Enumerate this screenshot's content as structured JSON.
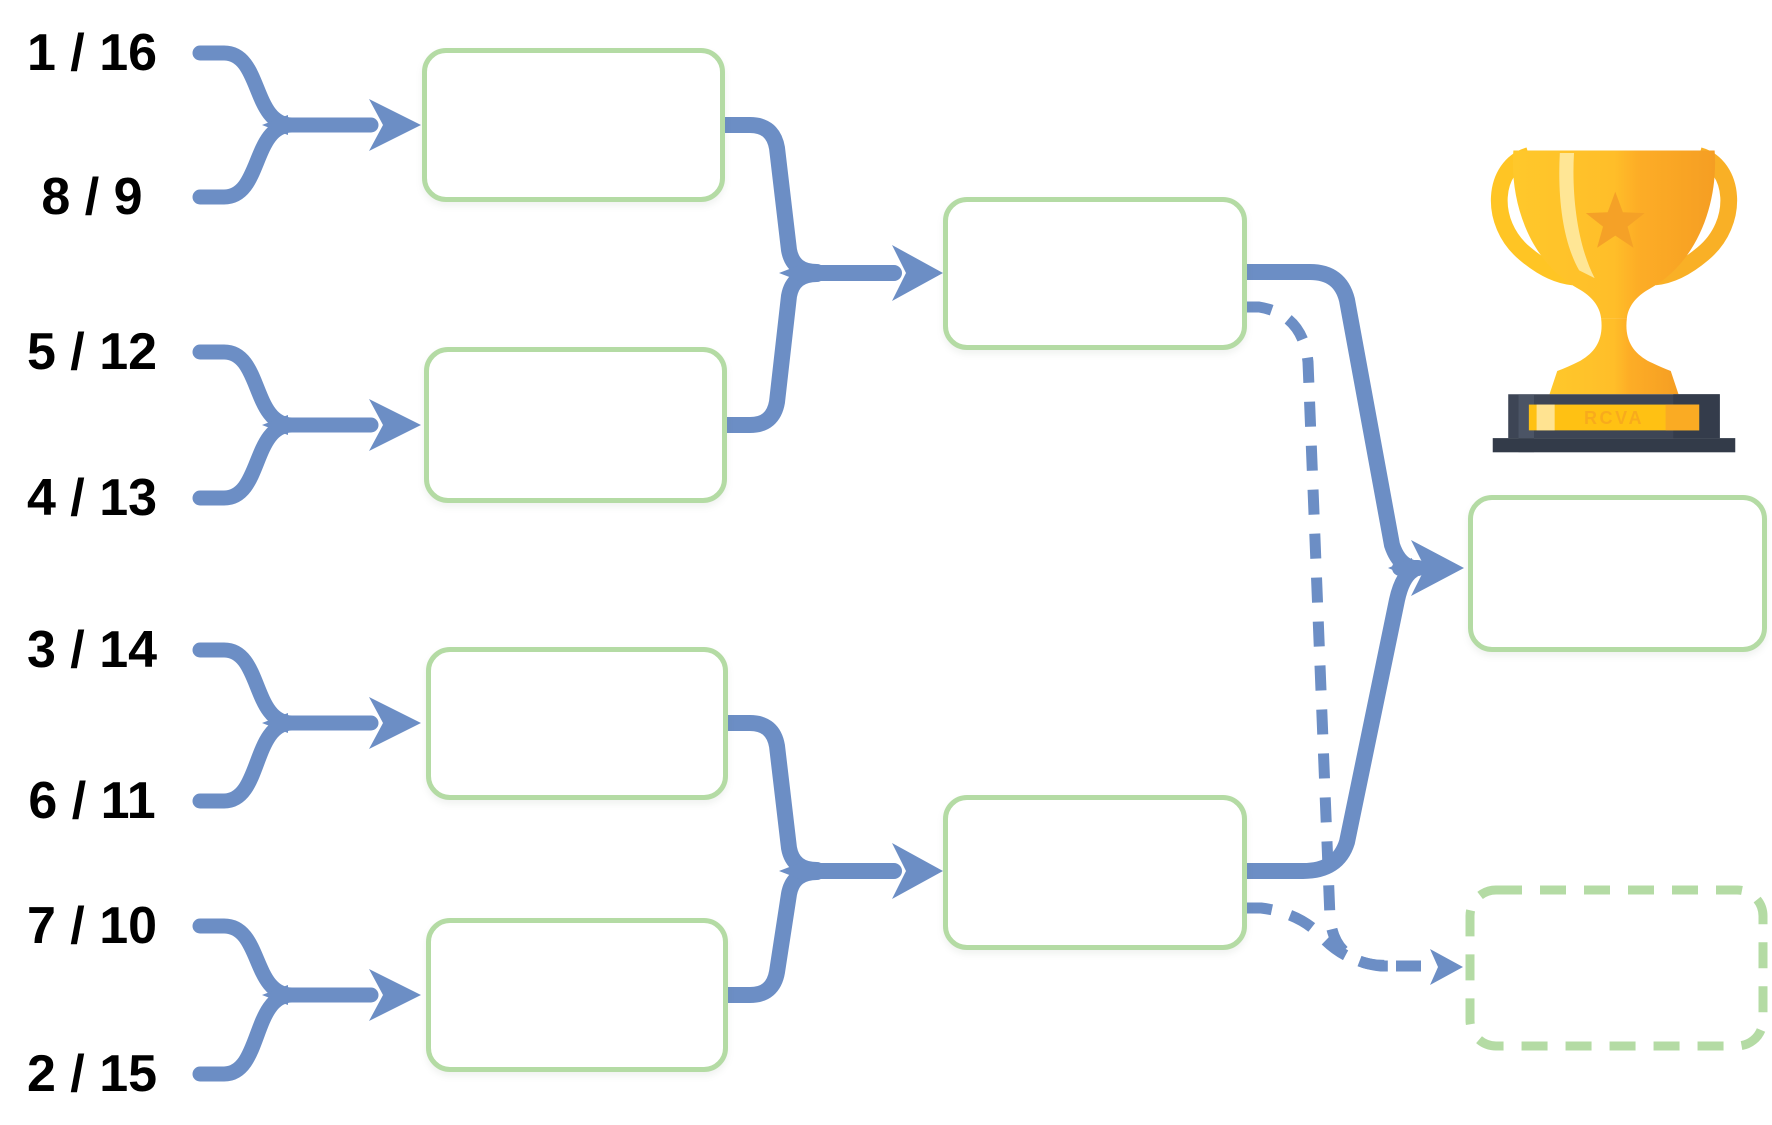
{
  "seeds": [
    {
      "label": "1 / 16"
    },
    {
      "label": "8 / 9"
    },
    {
      "label": "5 / 12"
    },
    {
      "label": "4 / 13"
    },
    {
      "label": "3 / 14"
    },
    {
      "label": "6 / 11"
    },
    {
      "label": "7 / 10"
    },
    {
      "label": "2 / 15"
    }
  ],
  "rounds": {
    "quarterfinal_boxes": 4,
    "semifinal_boxes": 2,
    "final_boxes": 1,
    "third_place_boxes": 1
  },
  "trophy": {
    "icon": "trophy-icon",
    "plaque_text": "RCVA"
  },
  "colors": {
    "connector": "#6C8EC5",
    "box_border": "#B4DBA4",
    "label_text": "#000000",
    "trophy_gold": "#FFC82B",
    "trophy_orange": "#F59E23",
    "trophy_base": "#3D4555"
  }
}
